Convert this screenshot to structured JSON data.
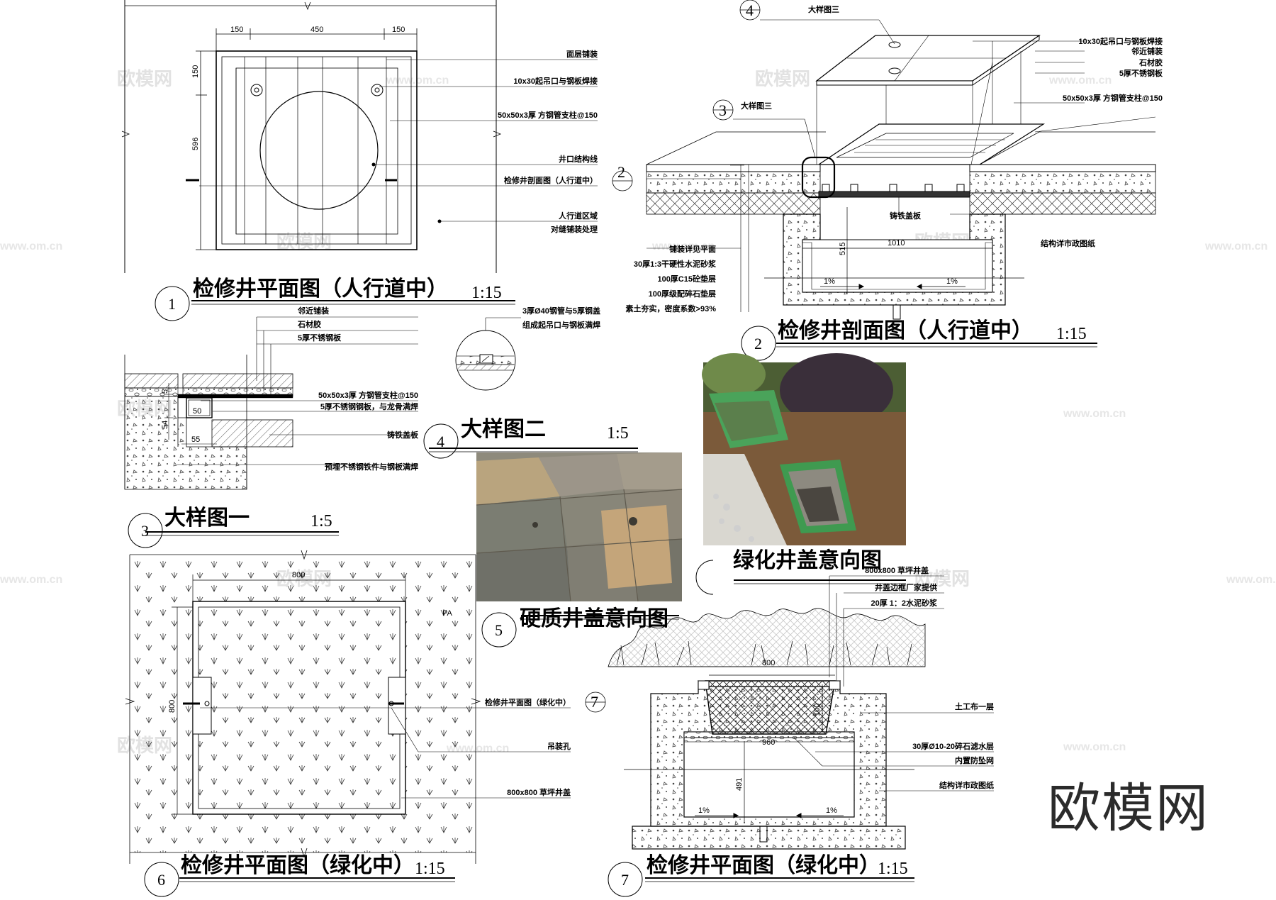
{
  "watermark": {
    "brand": "欧模网",
    "url": "www.om.cn"
  },
  "brand_mark": "欧模网",
  "views": {
    "v1": {
      "number": "1",
      "title": "检修井平面图（人行道中）",
      "scale": "1:15",
      "dims": {
        "w1": "150",
        "w2": "450",
        "w3": "150",
        "h1": "150",
        "h2": "596"
      },
      "labels": [
        "面层铺装",
        "10x30起吊口与钢板焊接",
        "50x50x3厚 方钢管支柱@150",
        "井口结构线",
        "检修井剖面图（人行道中）",
        "人行道区域",
        "对缝铺装处理"
      ],
      "section_ref": "2"
    },
    "v2": {
      "number": "2",
      "title": "检修井剖面图（人行道中）",
      "scale": "1:15",
      "callout3": {
        "num": "3",
        "text": "大样图三"
      },
      "callout4": {
        "num": "4",
        "text": "大样图三"
      },
      "labels_right": [
        "10x30起吊口与钢板焊接",
        "邻近铺装",
        "石材胶",
        "5厚不锈钢板",
        "50x50x3厚 方钢管支柱@150"
      ],
      "labels_left": [
        "铺装详见平面",
        "30厚1:3干硬性水泥砂浆",
        "100厚C15砼垫层",
        "100厚级配碎石垫层",
        "素土夯实，密度系数>93%"
      ],
      "cast_cover": "铸铁盖板",
      "structure": "结构详市政图纸",
      "dims": {
        "width": "1010",
        "depth": "515"
      },
      "slope": "1%"
    },
    "v3": {
      "number": "3",
      "title": "大样图一",
      "scale": "1:5",
      "labels_top": [
        "邻近铺装",
        "石材胶",
        "5厚不锈钢板"
      ],
      "labels_mid": [
        "50x50x3厚 方钢管支柱@150",
        "5厚不锈钢钢板，与龙骨满焊"
      ],
      "labels_bottom": [
        "铸铁盖板",
        "预埋不锈钢铁件与钢板满焊"
      ],
      "dims": {
        "a": "50",
        "b": "55",
        "c": "5",
        "d": "54"
      }
    },
    "v4": {
      "number": "4",
      "title": "大样图二",
      "scale": "1:5",
      "labels": [
        "3厚Ø40钢管与5厚钢盖",
        "组成起吊口与钢板满焊"
      ]
    },
    "v5": {
      "number": "5",
      "title": "硬质井盖意向图"
    },
    "photo_green": {
      "title": "绿化井盖意向图"
    },
    "v6": {
      "number": "6",
      "title": "检修井平面图（绿化中）",
      "scale": "1:15",
      "dims": {
        "w": "800",
        "h": "800"
      },
      "pa": "PA",
      "labels": [
        "检修井平面图（绿化中）",
        "吊装孔",
        "800x800 草坪井盖"
      ],
      "section_ref": "7"
    },
    "v7": {
      "number": "7",
      "title": "检修井平面图（绿化中）",
      "scale": "1:15",
      "labels_top": [
        "800x800 草坪井盖",
        "井盖边框厂家提供",
        "20厚 1：2水泥砂浆"
      ],
      "labels_right": [
        "土工布一层",
        "30厚Ø10-20碎石滤水层",
        "内置防坠网",
        "结构详市政图纸"
      ],
      "dims": {
        "top": "800",
        "side": "100",
        "inner": "960",
        "depth": "491"
      },
      "slope": "1%"
    }
  },
  "colors": {
    "line": "#000000",
    "wm": "#dcdcdc"
  }
}
